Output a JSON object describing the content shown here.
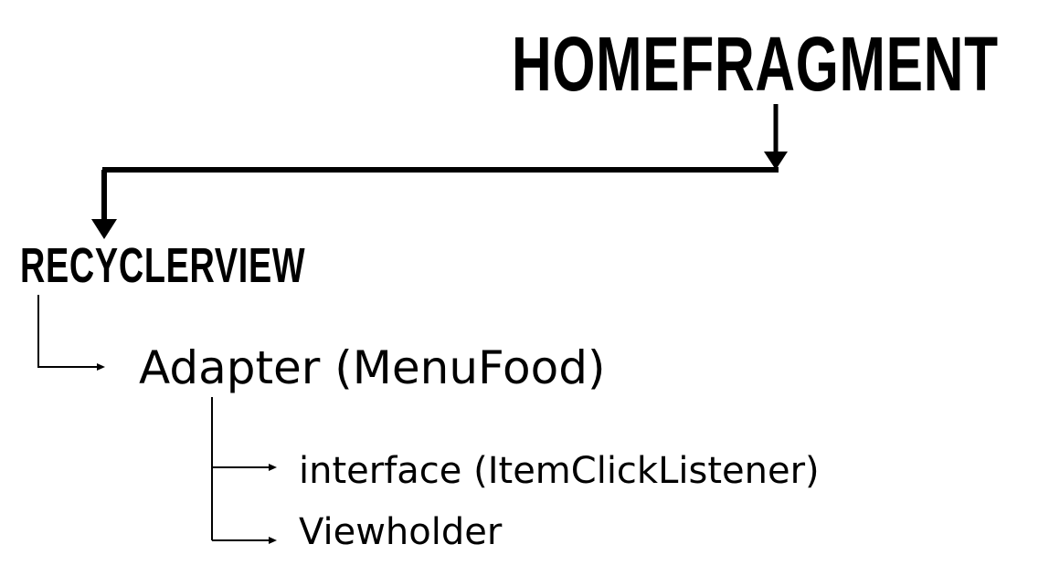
{
  "nodes": {
    "root": "HOMEFRAGMENT",
    "child": "RECYCLERVIEW",
    "adapter": "Adapter (MenuFood)",
    "interface": "interface (ItemClickListener)",
    "viewholder": "Viewholder"
  },
  "colors": {
    "background": "#ffffff",
    "ink": "#000000"
  }
}
